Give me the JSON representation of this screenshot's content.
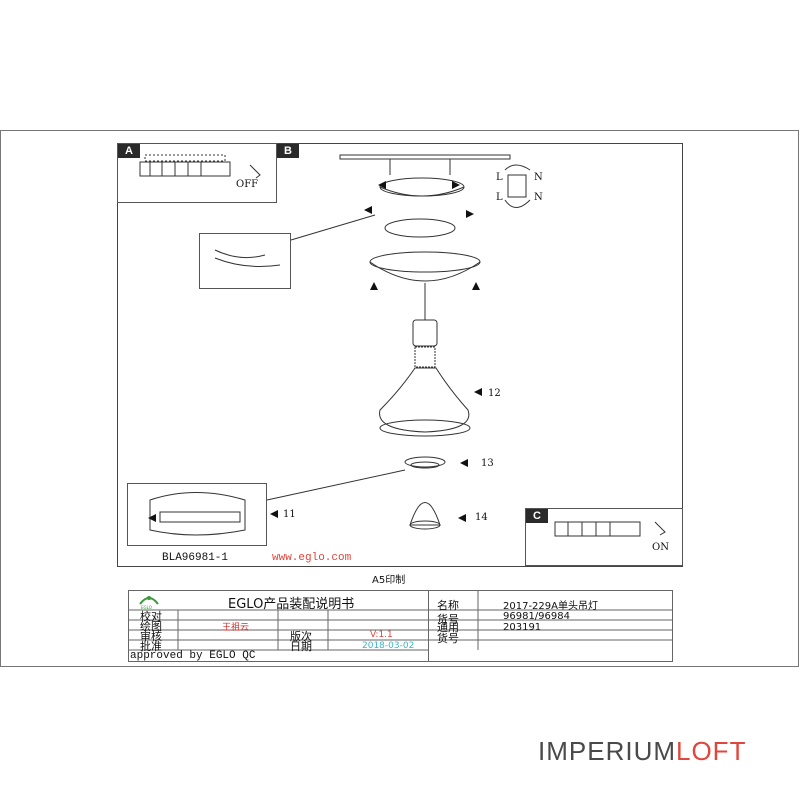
{
  "panels": {
    "a": "A",
    "b": "B",
    "c": "C"
  },
  "switch_labels": {
    "off": "OFF",
    "on": "ON"
  },
  "wiring_labels": {
    "l1": "L",
    "n1": "N",
    "l2": "L",
    "n2": "N"
  },
  "part_numbers": {
    "p11": "11",
    "p12": "12",
    "p13": "13",
    "p14": "14"
  },
  "footer": {
    "model": "BLA96981-1",
    "website": "www.eglo.com",
    "print_note": "A5印制"
  },
  "title_block": {
    "logo_text": "EGLO",
    "doc_title": "EGLO产品装配说明书",
    "left_rows": [
      {
        "label": "校对",
        "value": ""
      },
      {
        "label": "绘图",
        "value": "王祖云"
      },
      {
        "label": "审核",
        "value": ""
      },
      {
        "label": "批准",
        "value": ""
      }
    ],
    "version_label": "版次",
    "version_value": "V:1.1",
    "date_label": "日期",
    "date_value": "2018-03-02",
    "approved": "approved by EGLO QC",
    "right_rows": [
      {
        "label": "名称",
        "value": "2017-229A单头吊灯"
      },
      {
        "label": "货号",
        "value": "96981/96984"
      },
      {
        "label": "通用货号",
        "value": "203191"
      }
    ]
  },
  "watermark": {
    "part1": "IMPERIUM",
    "part2": "LOFT"
  },
  "colors": {
    "accent_red": "#e0463c",
    "date_cyan": "#3ab6c8",
    "name_red": "#d42a2a",
    "logo_green": "#3a9a3a"
  }
}
